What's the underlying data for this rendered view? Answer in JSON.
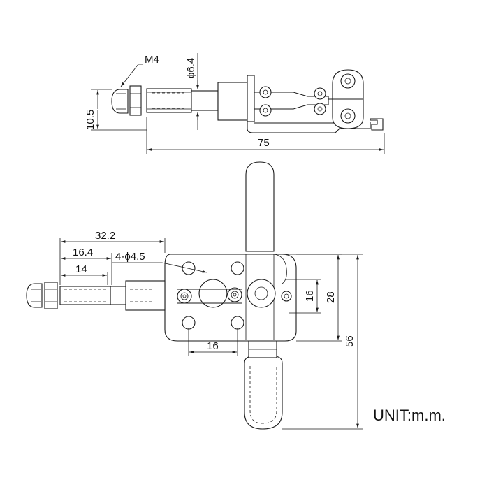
{
  "labels": {
    "m4": "M4",
    "d64": "ϕ6.4",
    "d105": "10.5",
    "d75": "75",
    "d322": "32.2",
    "d164": "16.4",
    "d14": "14",
    "holes": "4-ϕ4.5",
    "d16a": "16",
    "d28": "28",
    "d56": "56",
    "d16b": "16"
  },
  "unit": "UNIT:m.m.",
  "colors": {
    "line": "#1a1a1a",
    "background": "#ffffff"
  }
}
